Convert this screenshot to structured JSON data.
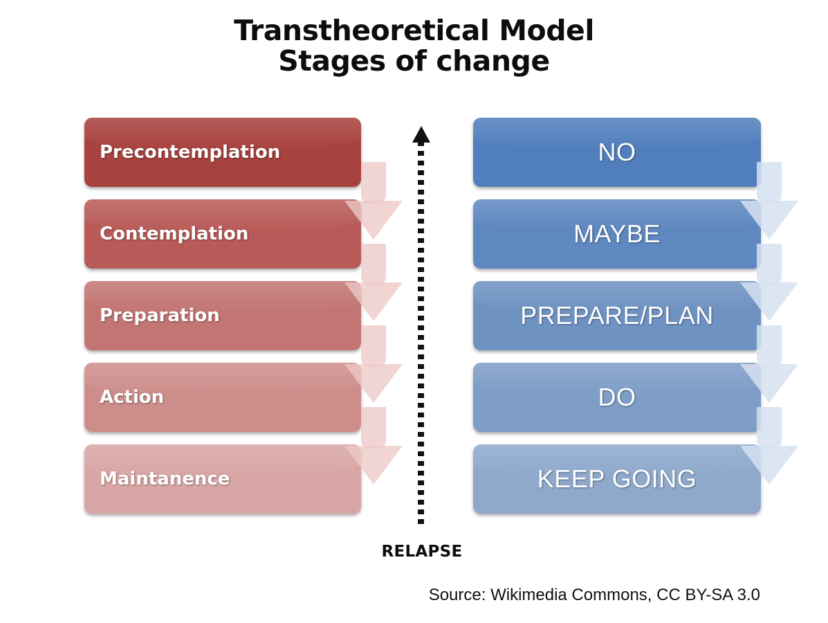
{
  "title": {
    "line1": "Transtheoretical Model",
    "line2": "Stages of change"
  },
  "stages": {
    "left_column": [
      {
        "label": "Precontemplation",
        "color": "#A8423F"
      },
      {
        "label": "Contemplation",
        "color": "#B85B58"
      },
      {
        "label": "Preparation",
        "color": "#C27572"
      },
      {
        "label": "Action",
        "color": "#CD8E8B"
      },
      {
        "label": "Maintanence",
        "color": "#D8A6A4"
      }
    ],
    "right_column": [
      {
        "label": "NO",
        "color": "#517FBD"
      },
      {
        "label": "MAYBE",
        "color": "#5F88C0"
      },
      {
        "label": "PREPARE/PLAN",
        "color": "#6E92C2"
      },
      {
        "label": "DO",
        "color": "#7E9DC7"
      },
      {
        "label": "KEEP GOING",
        "color": "#8EA9CC"
      }
    ]
  },
  "relapse": {
    "label": "RELAPSE",
    "arrow_direction": "up"
  },
  "source": {
    "text": "Source: Wikimedia Commons, CC BY-SA 3.0"
  },
  "palette": {
    "background": "#FFFFFF",
    "text_on_box": "#FFFFFF",
    "title_color": "#0D0D0D",
    "left_arrow_color": "#ECC9C6",
    "right_arrow_color": "#D6E1F0"
  }
}
